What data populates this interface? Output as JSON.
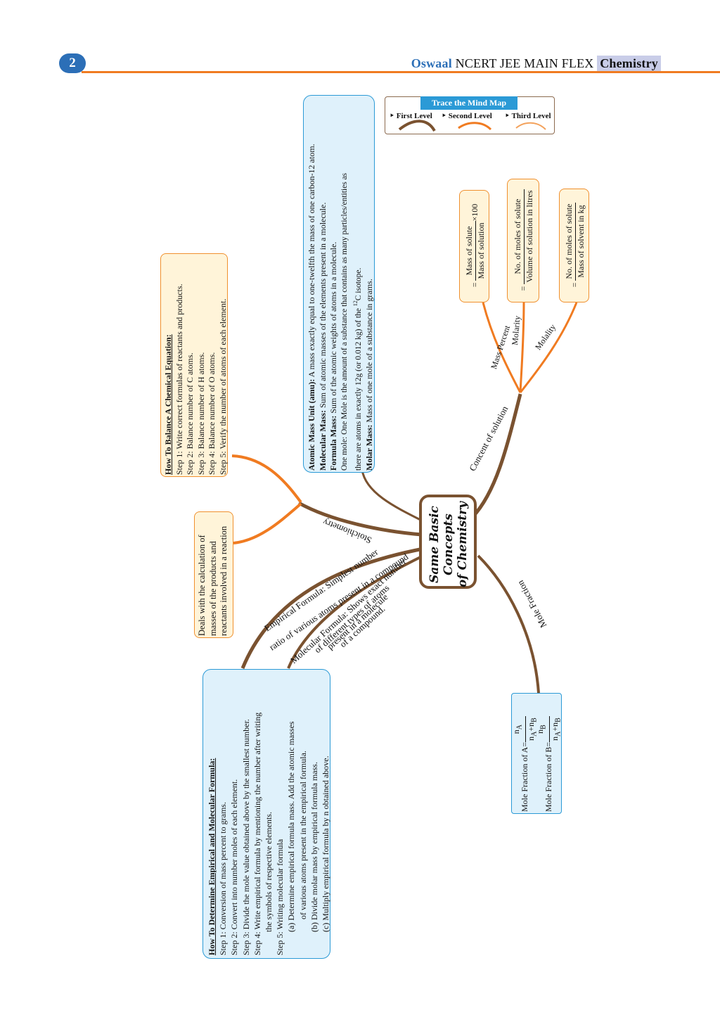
{
  "header": {
    "page_number": "2",
    "brand": "Oswaal",
    "series": " NCERT JEE MAIN FLEX ",
    "subject": "Chemistry"
  },
  "legend": {
    "title": "Trace the  Mind Map",
    "levels": [
      "First Level",
      "Second Level",
      "Third Level"
    ],
    "colors": {
      "first": "#7a5230",
      "second": "#f07b21",
      "third": "#f3a25c"
    }
  },
  "center": {
    "lines": [
      "Same Basic",
      "Concepts",
      "of Chemistry"
    ]
  },
  "branches": {
    "concent_of_solution": "Concent of solution",
    "mass_percent": "Mass Percent",
    "molarity": "Molarity",
    "molality": "Molality",
    "stoichiometry": "Stoichiometry",
    "empirical_line1": "Empirical Formula: Simplest number",
    "empirical_line2": "ratio of various atoms present in a compound",
    "molecular_line1": "Molecular Formula: Shows exact number",
    "molecular_line2": "of different types of atoms",
    "molecular_line3": "present in a molecule",
    "molecular_line4": "of a compound.",
    "mole_fraction": "Mole Fraction"
  },
  "balance_box": {
    "title": "How To Balance A Chemical Equation:",
    "steps": [
      "Step 1: Write correct formulas of reactants and products.",
      "Step 2: Balance number of C atoms.",
      "Step 3: Balance number of H atoms.",
      "Step 4: Balance number of O atoms.",
      "Step 5: Verify the number of atoms of each element."
    ]
  },
  "stoich_box": {
    "lines": [
      "Deals  with the calculation of",
      "masses of  the products and",
      "reactants involved in a reaction"
    ]
  },
  "definitions_box": {
    "amu_label": "Atomic Mass Unit  (amu):",
    "amu_text": " A mass exactly equal to one-twelfth the mass of one carbon-12 atom.",
    "molecular_label": "Molecular  Mass:",
    "molecular_text": "  Sum  of  atomic  masses  of  the  elements  present  in  a  molecule.",
    "formula_label": "Formula Mass:",
    "formula_text": " Sum of the atomic weights of atoms in a molecule.",
    "mole_line1": "One mole: One Mole is the amount of a substance that contains as many particles/entities as",
    "mole_line2a": "there are atoms in exactly 12g (or 0.012 kg) of the ",
    "mole_sup": "12",
    "mole_line2b": "C isotope.",
    "molar_label": "Molar Mass:",
    "molar_text": " Mass of one mole of a substance in grams."
  },
  "formula_boxes": {
    "mass_percent": {
      "prefix": "=",
      "num": "Mass of solute",
      "den": "Mass of solution",
      "suffix": "×100"
    },
    "molarity": {
      "prefix": "=",
      "num": "No. of moles of solute",
      "den": "Volume of solution in litres"
    },
    "molality": {
      "prefix": "=",
      "num": "No. of moles of solute",
      "den": "Mass of solvent in kg"
    }
  },
  "mole_fraction_box": {
    "a_label": "Mole Fraction of A=",
    "a_num": "n",
    "a_num_sub": "A",
    "a_den1": "n",
    "a_den1_sub": "A",
    "a_plus": "+n",
    "a_den2_sub": "B",
    "b_label": "Mole Fraction of B=",
    "b_num": "n",
    "b_num_sub": "B",
    "b_den1": "n",
    "b_den1_sub": "A",
    "b_plus": "+n",
    "b_den2_sub": "B"
  },
  "empirical_box": {
    "title": "How To Determine Empirical and Molecular Formula:",
    "steps": [
      "Step 1: Conversion of mass percent to grams.",
      "Step 2: Convert into number moles of each element.",
      "Step 3: Divide the mole value obtained above by the smallest number.",
      "Step 4: Write empirical formula by mentioning the number after writing",
      "           the symbols of respective elements.",
      "Step 5: Writing molecular formula",
      "           (a) Determine empirical formula mass. Add the atomic masses",
      "                 of various atoms present in the empirical formula.",
      "           (b) Divide molar mass by empirical formula mass.",
      "           (c) Multiply empirical formula by n obtained above."
    ]
  }
}
